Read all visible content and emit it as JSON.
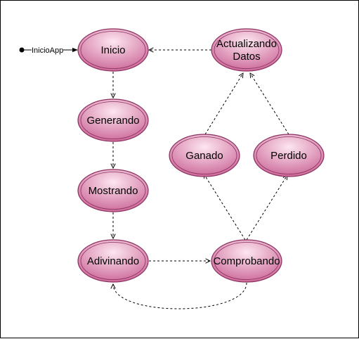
{
  "diagram": {
    "start": {
      "label": "InicioApp"
    },
    "nodes": {
      "inicio": {
        "label": "Inicio"
      },
      "generando": {
        "label": "Generando"
      },
      "mostrando": {
        "label": "Mostrando"
      },
      "adivinando": {
        "label": "Adivinando"
      },
      "comprobando": {
        "label": "Comprobando"
      },
      "ganado": {
        "label": "Ganado"
      },
      "perdido": {
        "label": "Perdido"
      },
      "actualizando": {
        "label_line1": "Actualizando",
        "label_line2": "Datos"
      }
    },
    "edges": [
      {
        "from": "start",
        "to": "inicio"
      },
      {
        "from": "inicio",
        "to": "generando"
      },
      {
        "from": "generando",
        "to": "mostrando"
      },
      {
        "from": "mostrando",
        "to": "adivinando"
      },
      {
        "from": "adivinando",
        "to": "comprobando"
      },
      {
        "from": "comprobando",
        "to": "adivinando"
      },
      {
        "from": "comprobando",
        "to": "ganado"
      },
      {
        "from": "comprobando",
        "to": "perdido"
      },
      {
        "from": "ganado",
        "to": "actualizando"
      },
      {
        "from": "perdido",
        "to": "actualizando"
      },
      {
        "from": "actualizando",
        "to": "inicio"
      }
    ],
    "colors": {
      "node_fill_light": "#fde6f0",
      "node_fill_dark": "#cd6a9a",
      "node_stroke": "#8a2f5e",
      "line": "#000000"
    }
  }
}
